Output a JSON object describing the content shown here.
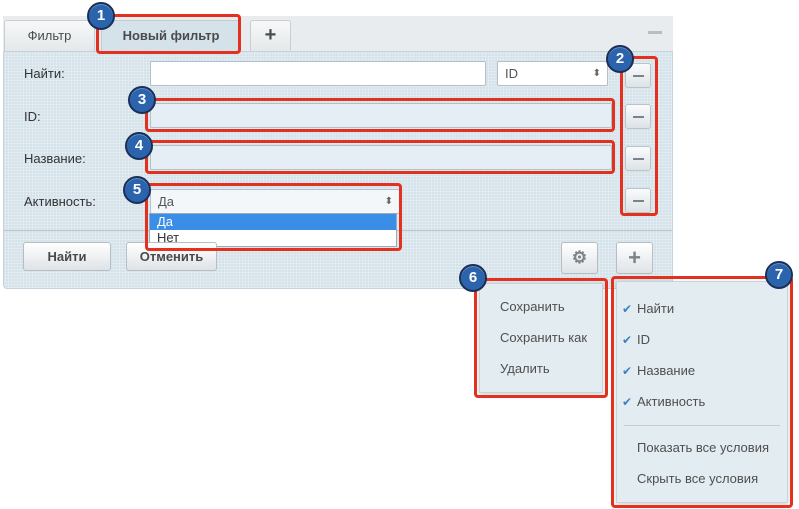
{
  "tabs": [
    {
      "label": "Фильтр"
    },
    {
      "label": "Новый фильтр"
    },
    {
      "label": "+"
    }
  ],
  "fields": {
    "find": {
      "label": "Найти:",
      "value": "",
      "selector_value": "ID"
    },
    "id": {
      "label": "ID:",
      "value": ""
    },
    "name": {
      "label": "Название:",
      "value": ""
    },
    "active": {
      "label": "Активность:",
      "selected": "Да",
      "options": [
        "Да",
        "Нет"
      ]
    }
  },
  "buttons": {
    "find": "Найти",
    "cancel": "Отменить"
  },
  "save_menu": [
    "Сохранить",
    "Сохранить как",
    "Удалить"
  ],
  "conditions_menu": {
    "checked_items": [
      "Найти",
      "ID",
      "Название",
      "Активность"
    ],
    "actions": [
      "Показать все условия",
      "Скрыть все условия"
    ]
  },
  "annotations": [
    "1",
    "2",
    "3",
    "4",
    "5",
    "6",
    "7"
  ],
  "colors": {
    "annotation_border": "#e2311f",
    "badge_fill": "#2b64ad",
    "panel_bg": "#d4e2ea",
    "selected_option": "#3b8ee8"
  }
}
